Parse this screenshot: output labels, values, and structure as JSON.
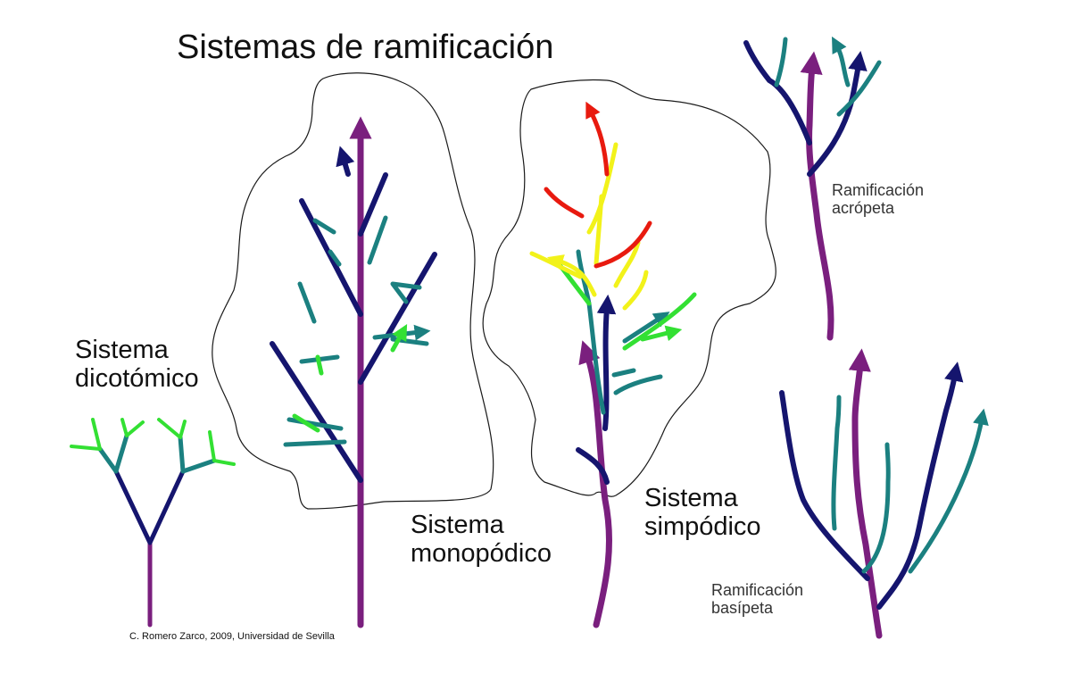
{
  "title": "Sistemas de ramificación",
  "labels": {
    "dichotomous": [
      "Sistema",
      "dicotómico"
    ],
    "monopodial": [
      "Sistema",
      "monopódico"
    ],
    "sympodial": [
      "Sistema",
      "simpódico"
    ],
    "acropetal": [
      "Ramificación",
      "acrópeta"
    ],
    "basipetal": [
      "Ramificación",
      "basípeta"
    ]
  },
  "credit": "C. Romero Zarco, 2009, Universidad de Sevilla",
  "colors": {
    "main_axis": "#7a1f7e",
    "primary_branch": "#15156e",
    "secondary_branch": "#1b8080",
    "tertiary_branch": "#33e033",
    "yellow_branch": "#f2f21a",
    "red_branch": "#e81a0f",
    "outline": "#1a1a1a"
  }
}
